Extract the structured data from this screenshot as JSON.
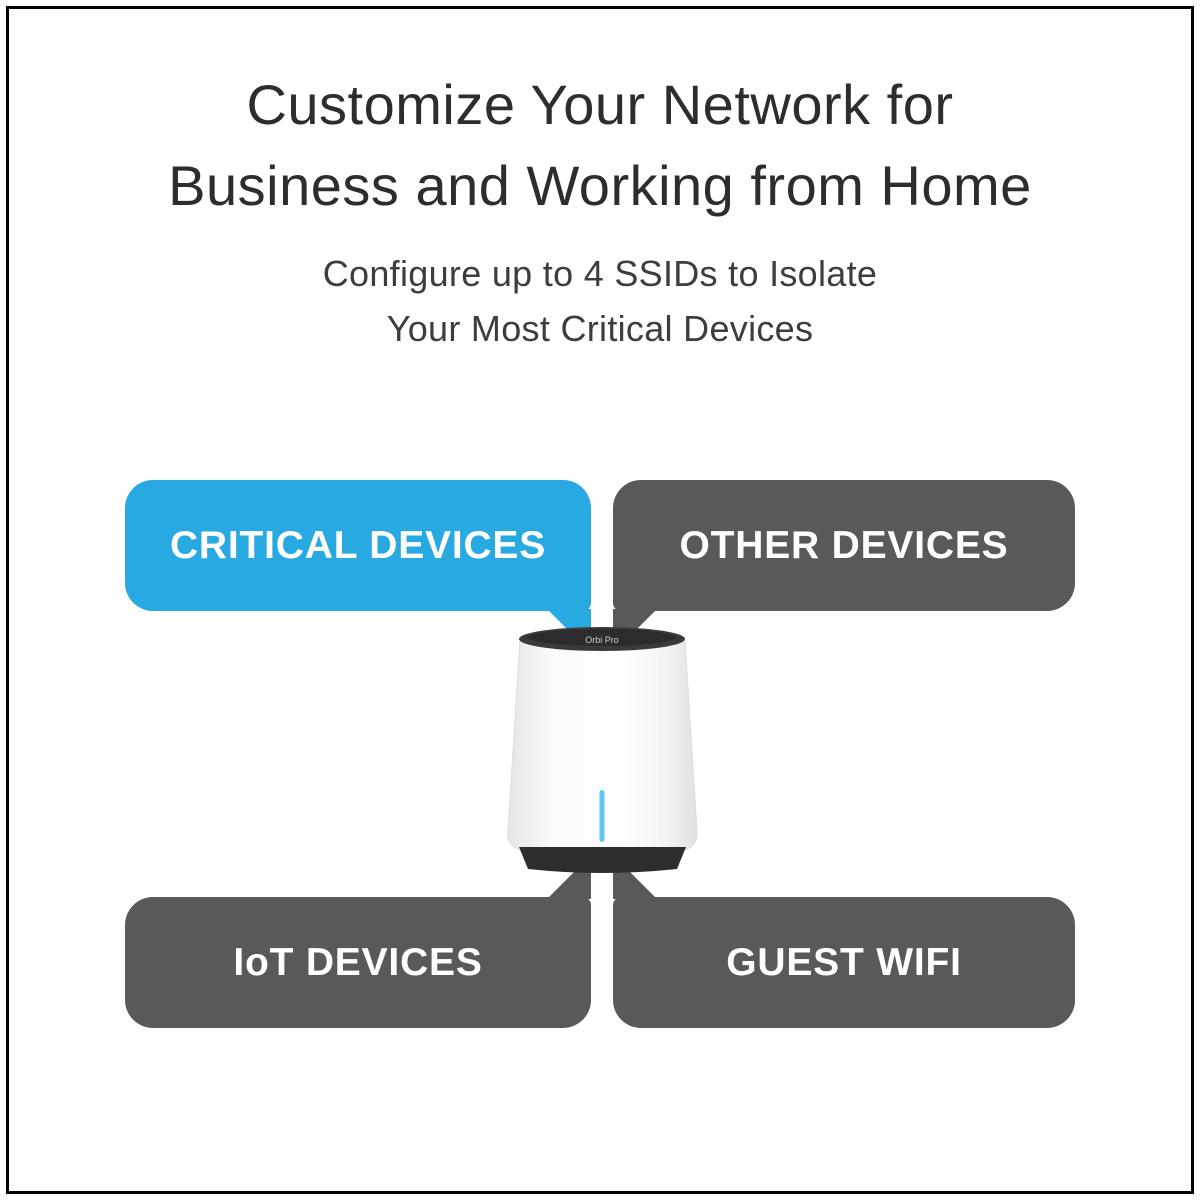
{
  "title": {
    "line1": "Customize Your Network for",
    "line2": "Business and Working from Home"
  },
  "subtitle": {
    "line1": "Configure up to 4 SSIDs to Isolate",
    "line2": "Your Most Critical Devices"
  },
  "bubbles": {
    "critical": {
      "label": "CRITICAL DEVICES",
      "color": "#29a9e1"
    },
    "other": {
      "label": "OTHER DEVICES",
      "color": "#58595b"
    },
    "iot": {
      "label": "IoT DEVICES",
      "color": "#58595b"
    },
    "guest": {
      "label": "GUEST WIFI",
      "color": "#58595b"
    }
  },
  "router": {
    "logo_text": "Orbi Pro",
    "led_color": "#5fc6f2"
  },
  "colors": {
    "accent_blue": "#29a9e1",
    "dark_gray": "#58595b",
    "text_dark": "#2d2d2d",
    "frame_black": "#000000"
  }
}
